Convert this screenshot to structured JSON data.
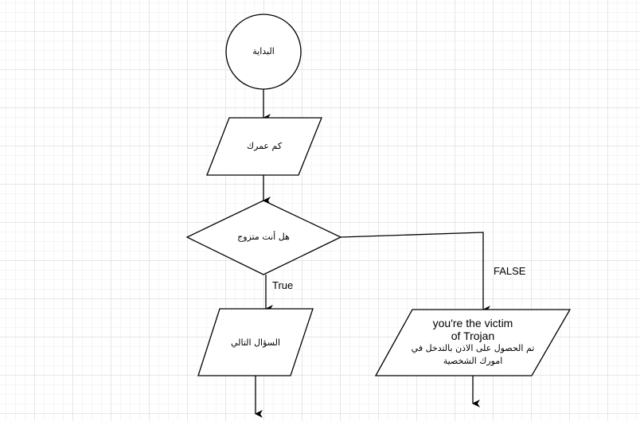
{
  "diagram": {
    "type": "flowchart",
    "colors": {
      "stroke": "#000000",
      "fill": "#ffffff",
      "grid_major": "#e6e6e6",
      "grid_minor": "#f5f5f5"
    },
    "nodes": [
      {
        "id": "start",
        "shape": "circle",
        "label": "البداية"
      },
      {
        "id": "age",
        "shape": "parallelogram",
        "label": "كم عمرك"
      },
      {
        "id": "married",
        "shape": "diamond",
        "label": "هل أنت متزوج"
      },
      {
        "id": "next",
        "shape": "parallelogram",
        "label": "السؤال التالي"
      },
      {
        "id": "trojan",
        "shape": "parallelogram",
        "label_line1": "you're the victim",
        "label_line2": "of Trojan",
        "label_line3": "تم الحصول على الاذن بالتدخل في",
        "label_line4": "امورك الشخصية"
      }
    ],
    "edges": [
      {
        "from": "start",
        "to": "age",
        "label": ""
      },
      {
        "from": "age",
        "to": "married",
        "label": ""
      },
      {
        "from": "married",
        "to": "next",
        "label": "True"
      },
      {
        "from": "married",
        "to": "trojan",
        "label": "FALSE"
      },
      {
        "from": "next",
        "to": "offscreen",
        "label": ""
      },
      {
        "from": "trojan",
        "to": "offscreen",
        "label": ""
      }
    ]
  }
}
